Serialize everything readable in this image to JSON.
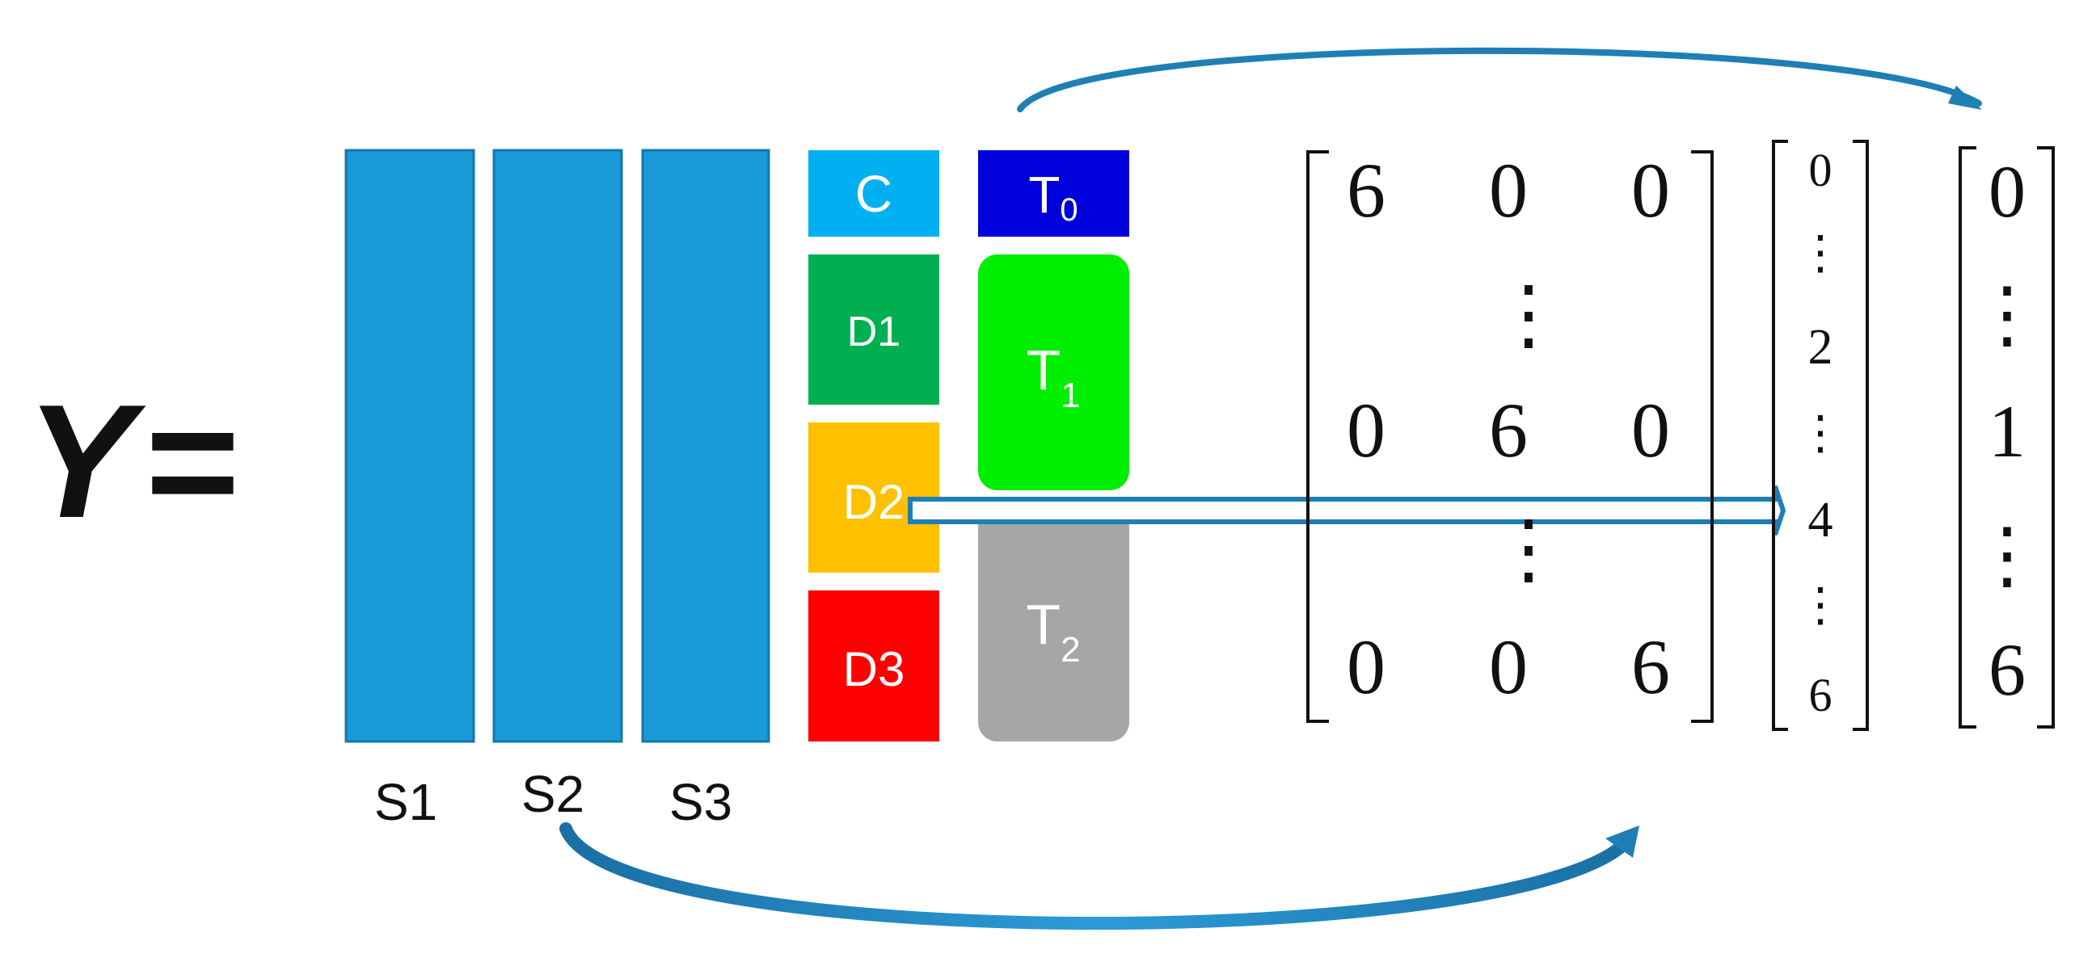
{
  "equation": {
    "lhs": "Y",
    "equals": "="
  },
  "strata": [
    {
      "label": "S1"
    },
    {
      "label": "S2"
    },
    {
      "label": "S3"
    }
  ],
  "groups": {
    "control": "C",
    "doses": [
      "D1",
      "D2",
      "D3"
    ]
  },
  "time_points": [
    {
      "base": "T",
      "sub": "0"
    },
    {
      "base": "T",
      "sub": "1"
    },
    {
      "base": "T",
      "sub": "2"
    }
  ],
  "matrix": {
    "row1": [
      "6",
      "0",
      "0"
    ],
    "row2": [
      "0",
      "6",
      "0"
    ],
    "row3": [
      "0",
      "0",
      "6"
    ],
    "vdots": "⋮"
  },
  "vector_a": [
    "0",
    "⋮",
    "2",
    "⋮",
    "4",
    "⋮",
    "6"
  ],
  "vector_b": [
    "0",
    "⋮",
    "1",
    "⋮",
    "6"
  ],
  "colors": {
    "strata_blue": "#1a9ad6",
    "control": "#00b0f0",
    "d1": "#00b050",
    "d2": "#ffc000",
    "d3": "#ff0000",
    "t0": "#0000dd",
    "t1": "#00ee00",
    "t2": "#a6a6a6",
    "arrow": "#1f7fb5"
  }
}
